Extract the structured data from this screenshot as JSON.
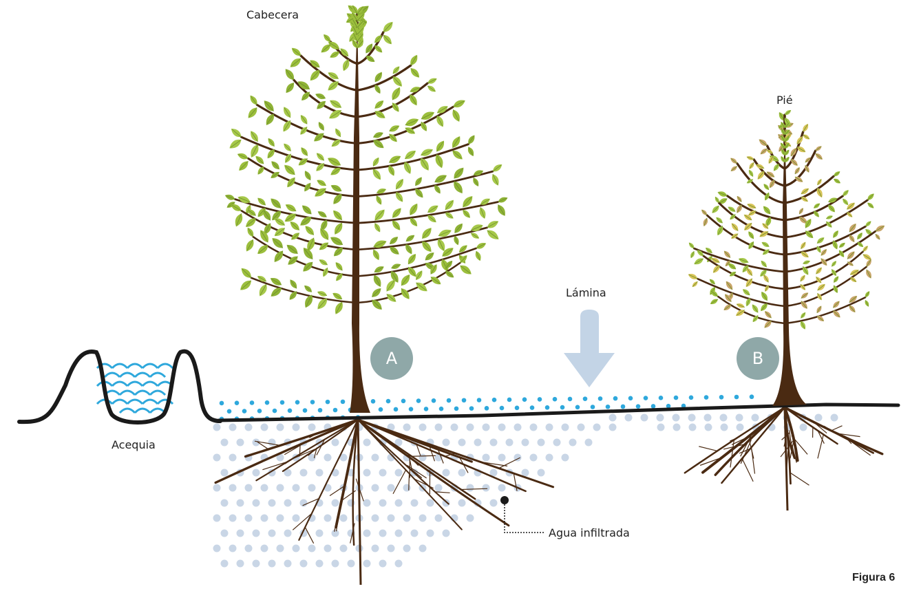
{
  "labels": {
    "head": "Cabecera",
    "foot": "Pié",
    "ditch": "Acequia",
    "sheet": "Lámina",
    "infiltrated": "Agua infiltrada",
    "figure": "Figura 6"
  },
  "markers": {
    "a": "A",
    "b": "B"
  },
  "colors": {
    "trunk": "#4a2a12",
    "leaf": "#9cbf3d",
    "leaf_dark": "#6e8f2a",
    "water": "#2ea8dc",
    "infiltration": "#c9d6e6",
    "arrow": "#c3d4e6",
    "marker": "#8fa8a8",
    "ground": "#1a1a1a"
  },
  "icons": {
    "sheet_arrow": "down-arrow-icon"
  }
}
